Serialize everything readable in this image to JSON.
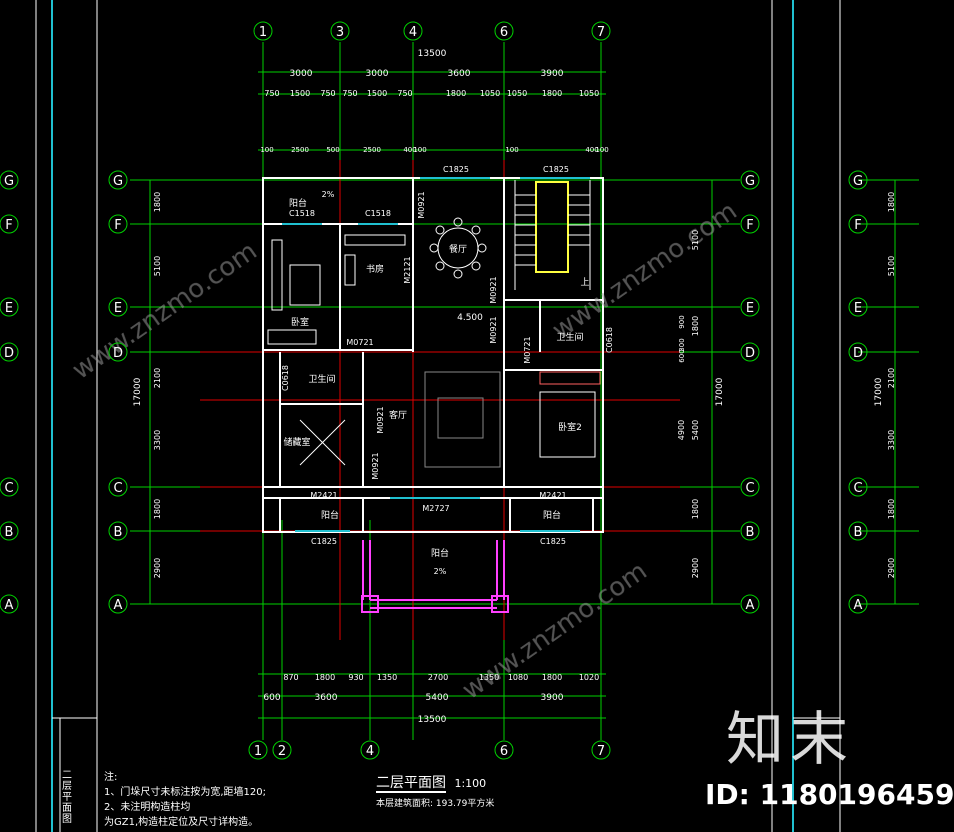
{
  "colors": {
    "background": "#000000",
    "axis": "#00d000",
    "wall": "#ffffff",
    "red_line": "#e00000",
    "frame": "#20c0d0",
    "magenta": "#ff40ff",
    "yellow": "#ffff40",
    "text": "#ffffff",
    "watermark": "#9a9a9a"
  },
  "axes": {
    "top": [
      "1",
      "3",
      "4",
      "6",
      "7"
    ],
    "bottom": [
      "1",
      "2",
      "4",
      "6",
      "7"
    ],
    "left_rows": [
      "G",
      "F",
      "E",
      "D",
      "C",
      "B",
      "A"
    ]
  },
  "dimensions": {
    "top_total": "13500",
    "top_row1": [
      "3000",
      "3000",
      "3600",
      "3900"
    ],
    "top_row2": [
      "750",
      "1500",
      "750",
      "750",
      "1500",
      "750",
      "1800",
      "1050",
      "1050",
      "1800",
      "1050"
    ],
    "top_row3": [
      "100",
      "2500",
      "500",
      "2500",
      "400",
      "100",
      "100",
      "400",
      "100"
    ],
    "bottom_row1": [
      "870",
      "1800",
      "930",
      "1350",
      "2700",
      "1350",
      "1080",
      "1800",
      "1020"
    ],
    "bottom_row2": [
      "600",
      "3600",
      "5400",
      "3900"
    ],
    "bottom_total": "13500",
    "left_outer": "17000",
    "left_inner": [
      "1800",
      "5100",
      "2100",
      "3300",
      "1800",
      "2900"
    ],
    "right_outer": "17000",
    "right_inner": [
      "5100",
      "1800",
      "4900",
      "5400",
      "1800",
      "2900"
    ],
    "right_small": [
      "900",
      "300",
      "600"
    ]
  },
  "rooms": {
    "bedroom": "卧室",
    "study": "书房",
    "dining": "餐厅",
    "bath1": "卫生间",
    "bath2": "卫生间",
    "living": "客厅",
    "storage": "储藏室",
    "bedroom2": "卧室2",
    "balcony1": "阳台",
    "balcony2": "阳台",
    "balcony3": "阳台",
    "terrace": "阳台",
    "stair_up": "上"
  },
  "openings": [
    "C1518",
    "C1518",
    "C1825",
    "C1825",
    "M0921",
    "M2121",
    "M0921",
    "M0921",
    "M0721",
    "M0721",
    "C0618",
    "C0618",
    "M0921",
    "M0921",
    "M2421",
    "M2421",
    "M2727",
    "C1825",
    "C1825"
  ],
  "misc_labels": {
    "slope": "2%",
    "slope2": "2%",
    "elev": "4.500"
  },
  "drawing_title": "二层平面图",
  "drawing_scale": "1:100",
  "area_note": "本层建筑面积: 193.79平方米",
  "notes": {
    "header": "注:",
    "line1": "1、门垛尺寸未标注按为宽,距墙120;",
    "line2": "2、未注明构造柱均",
    "line3": "为GZ1,构造柱定位及尺寸详构造。"
  },
  "watermark_text": "www.znzmo.com",
  "brand_logo": "知末",
  "image_id": "ID: 1180196459",
  "side_title": "二层平面图"
}
